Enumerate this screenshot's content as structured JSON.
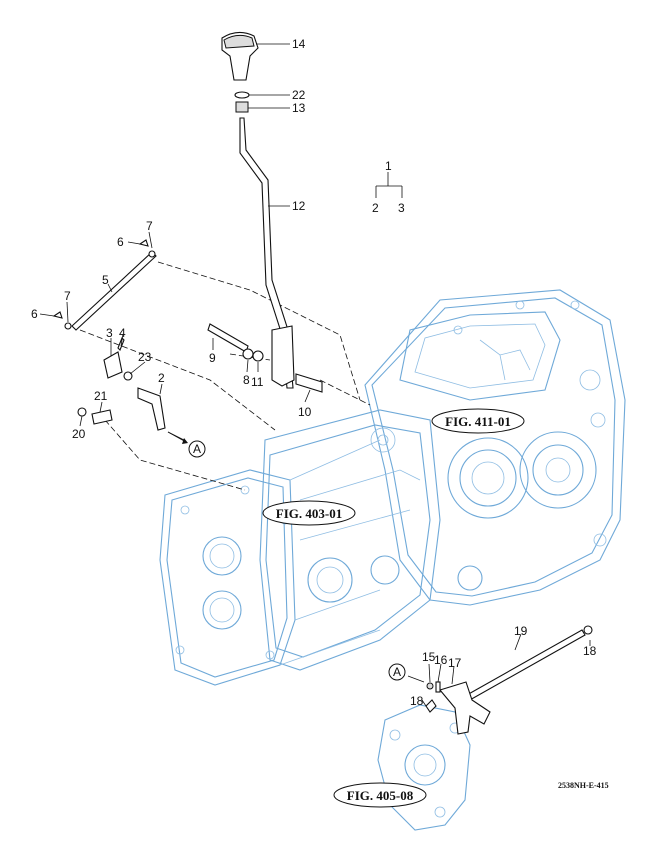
{
  "callouts": {
    "c1": "1",
    "c2": "2",
    "c3": "3",
    "p2": "2",
    "p3": "3",
    "p4": "4",
    "p5": "5",
    "p6a": "6",
    "p6b": "6",
    "p7a": "7",
    "p7b": "7",
    "p8": "8",
    "p9": "9",
    "p10": "10",
    "p11": "11",
    "p12": "12",
    "p13": "13",
    "p14": "14",
    "p15": "15",
    "p16": "16",
    "p17": "17",
    "p18a": "18",
    "p18b": "18",
    "p19": "19",
    "p20": "20",
    "p21": "21",
    "p22": "22",
    "p23": "23"
  },
  "markers": {
    "a1": "A",
    "a2": "A"
  },
  "figure_refs": {
    "fig411": "FIG. 411-01",
    "fig403": "FIG. 403-01",
    "fig405": "FIG. 405-08"
  },
  "doc_ref": "2538NH-E-415",
  "colors": {
    "housing_outline": "#6fa9d8",
    "line_art": "#111111"
  }
}
